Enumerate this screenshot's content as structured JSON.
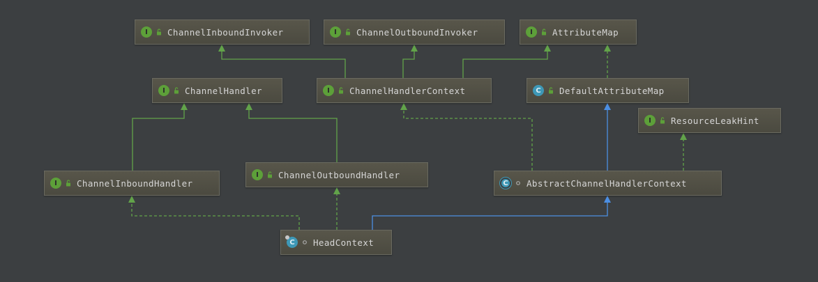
{
  "diagram": {
    "nodes": [
      {
        "id": "channel-inbound-invoker",
        "kind": "interface",
        "label": "ChannelInboundInvoker"
      },
      {
        "id": "channel-outbound-invoker",
        "kind": "interface",
        "label": "ChannelOutboundInvoker"
      },
      {
        "id": "attribute-map",
        "kind": "interface",
        "label": "AttributeMap"
      },
      {
        "id": "channel-handler",
        "kind": "interface",
        "label": "ChannelHandler"
      },
      {
        "id": "channel-handler-context",
        "kind": "interface",
        "label": "ChannelHandlerContext"
      },
      {
        "id": "default-attribute-map",
        "kind": "class",
        "label": "DefaultAttributeMap"
      },
      {
        "id": "resource-leak-hint",
        "kind": "interface",
        "label": "ResourceLeakHint"
      },
      {
        "id": "channel-inbound-handler",
        "kind": "interface",
        "label": "ChannelInboundHandler"
      },
      {
        "id": "channel-outbound-handler",
        "kind": "interface",
        "label": "ChannelOutboundHandler"
      },
      {
        "id": "abstract-channel-handler-context",
        "kind": "abstract-class",
        "label": "AbstractChannelHandlerContext"
      },
      {
        "id": "head-context",
        "kind": "class",
        "label": "HeadContext"
      }
    ],
    "edges": [
      {
        "from": "channel-handler-context",
        "to": "channel-inbound-invoker",
        "type": "extends-interface"
      },
      {
        "from": "channel-handler-context",
        "to": "channel-outbound-invoker",
        "type": "extends-interface"
      },
      {
        "from": "channel-handler-context",
        "to": "attribute-map",
        "type": "extends-interface"
      },
      {
        "from": "default-attribute-map",
        "to": "attribute-map",
        "type": "implements"
      },
      {
        "from": "channel-inbound-handler",
        "to": "channel-handler",
        "type": "extends-interface"
      },
      {
        "from": "channel-outbound-handler",
        "to": "channel-handler",
        "type": "extends-interface"
      },
      {
        "from": "abstract-channel-handler-context",
        "to": "channel-handler-context",
        "type": "implements"
      },
      {
        "from": "abstract-channel-handler-context",
        "to": "default-attribute-map",
        "type": "extends-class"
      },
      {
        "from": "abstract-channel-handler-context",
        "to": "resource-leak-hint",
        "type": "implements"
      },
      {
        "from": "head-context",
        "to": "channel-inbound-handler",
        "type": "implements"
      },
      {
        "from": "head-context",
        "to": "channel-outbound-handler",
        "type": "implements"
      },
      {
        "from": "head-context",
        "to": "abstract-channel-handler-context",
        "type": "extends-class"
      }
    ],
    "colors": {
      "background": "#3c3f41",
      "interface_badge": "#5da039",
      "class_badge": "#3e98b6",
      "interface_edge": "#62a34a",
      "class_edge": "#4c8fe3",
      "node_text": "#d6d6d6"
    },
    "badge_letters": {
      "interface": "I",
      "class": "C"
    },
    "icons": {
      "public": "unlocked-padlock-icon",
      "package_private": "circle-icon"
    }
  }
}
